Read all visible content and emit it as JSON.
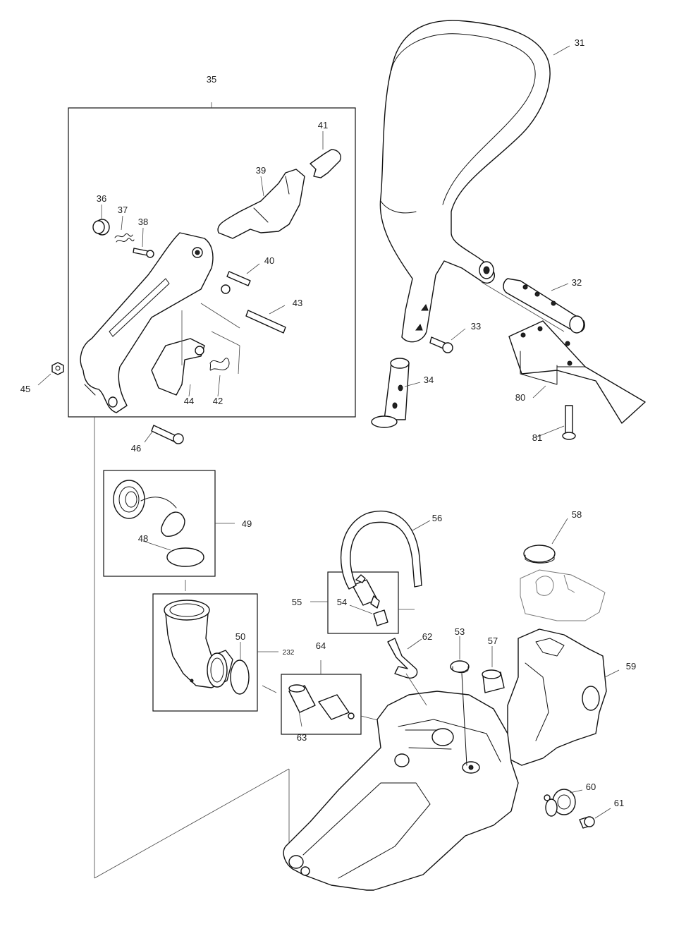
{
  "labels": [
    {
      "id": "31",
      "text": "31"
    },
    {
      "id": "32",
      "text": "32"
    },
    {
      "id": "33",
      "text": "33"
    },
    {
      "id": "34",
      "text": "34"
    },
    {
      "id": "35",
      "text": "35"
    },
    {
      "id": "36",
      "text": "36"
    },
    {
      "id": "37",
      "text": "37"
    },
    {
      "id": "38",
      "text": "38"
    },
    {
      "id": "39",
      "text": "39"
    },
    {
      "id": "40",
      "text": "40"
    },
    {
      "id": "41",
      "text": "41"
    },
    {
      "id": "42",
      "text": "42"
    },
    {
      "id": "43",
      "text": "43"
    },
    {
      "id": "44",
      "text": "44"
    },
    {
      "id": "45",
      "text": "45"
    },
    {
      "id": "46",
      "text": "46"
    },
    {
      "id": "48",
      "text": "48"
    },
    {
      "id": "49",
      "text": "49"
    },
    {
      "id": "50",
      "text": "50"
    },
    {
      "id": "53",
      "text": "53"
    },
    {
      "id": "54",
      "text": "54"
    },
    {
      "id": "55",
      "text": "55"
    },
    {
      "id": "56",
      "text": "56"
    },
    {
      "id": "57",
      "text": "57"
    },
    {
      "id": "58",
      "text": "58"
    },
    {
      "id": "59",
      "text": "59"
    },
    {
      "id": "60",
      "text": "60"
    },
    {
      "id": "61",
      "text": "61"
    },
    {
      "id": "62",
      "text": "62"
    },
    {
      "id": "63",
      "text": "63"
    },
    {
      "id": "64",
      "text": "64"
    },
    {
      "id": "80",
      "text": "80"
    },
    {
      "id": "81",
      "text": "81"
    },
    {
      "id": "232",
      "text": "232"
    }
  ]
}
